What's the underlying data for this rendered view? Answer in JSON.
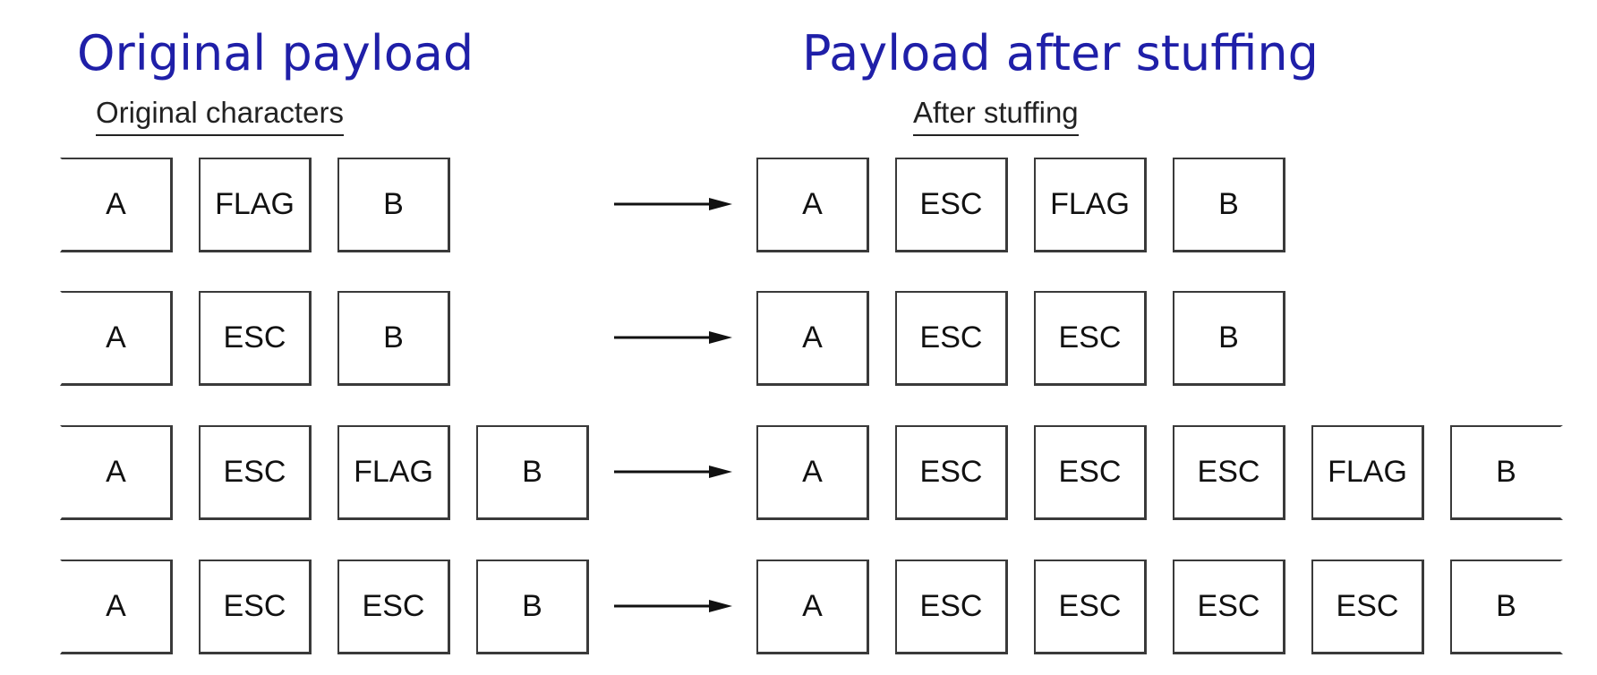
{
  "headings": {
    "left": "Original payload",
    "right": "Payload after stuffing",
    "color": "#1f1fa8"
  },
  "subheadings": {
    "left": "Original characters",
    "right": "After stuffing"
  },
  "rows": [
    {
      "original": [
        "A",
        "FLAG",
        "B"
      ],
      "stuffed": [
        "A",
        "ESC",
        "FLAG",
        "B"
      ]
    },
    {
      "original": [
        "A",
        "ESC",
        "B"
      ],
      "stuffed": [
        "A",
        "ESC",
        "ESC",
        "B"
      ]
    },
    {
      "original": [
        "A",
        "ESC",
        "FLAG",
        "B"
      ],
      "stuffed": [
        "A",
        "ESC",
        "ESC",
        "ESC",
        "FLAG",
        "B"
      ]
    },
    {
      "original": [
        "A",
        "ESC",
        "ESC",
        "B"
      ],
      "stuffed": [
        "A",
        "ESC",
        "ESC",
        "ESC",
        "ESC",
        "B"
      ]
    }
  ],
  "arrow_icon": "right-arrow-icon"
}
